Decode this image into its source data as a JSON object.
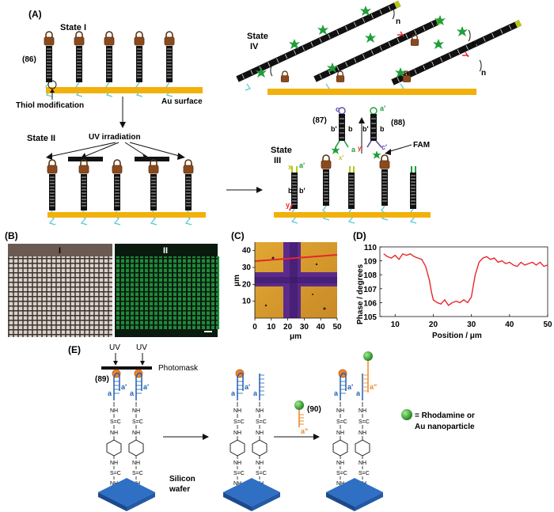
{
  "panelA": {
    "label": "(A)",
    "state1": "State I",
    "state2": "State II",
    "state3_l1": "State",
    "state3_l2": "III",
    "state4_l1": "State",
    "state4_l2": "IV",
    "n_label": "(86)",
    "thiol": "Thiol modification",
    "au_surface": "Au surface",
    "uv_irradiation": "UV irradiation",
    "label87": "(87)",
    "label88": "(88)",
    "fam": "FAM",
    "n": "n",
    "b": "b",
    "bp": "b'",
    "a": "a",
    "ap": "a'",
    "c": "c",
    "cp": "c'",
    "x": "x",
    "xp": "x'",
    "y": "y",
    "yp": "y'"
  },
  "panelB": {
    "label": "(B)",
    "img1": "I",
    "img2": "II"
  },
  "panelC": {
    "label": "(C)",
    "ylabel": "μm",
    "xlabel": "μm",
    "xticks": [
      "0",
      "10",
      "20",
      "30",
      "40",
      "50"
    ],
    "yticks": [
      "10",
      "20",
      "30",
      "40"
    ]
  },
  "panelD": {
    "label": "(D)",
    "ylabel": "Phase / degrees",
    "xlabel": "Position / μm",
    "xticks": [
      "10",
      "20",
      "30",
      "40",
      "50"
    ],
    "yticks": [
      "105",
      "106",
      "107",
      "108",
      "109",
      "110"
    ],
    "line_color": "#e8262c"
  },
  "chart_data": {
    "type": "line",
    "title": "",
    "xlabel": "Position / μm",
    "ylabel": "Phase / degrees",
    "xlim": [
      6,
      50
    ],
    "ylim": [
      105,
      110
    ],
    "series": [
      {
        "x": [
          7,
          8,
          9,
          10,
          11,
          12,
          13,
          14,
          15,
          16,
          17,
          18,
          19,
          19.5,
          20,
          21,
          22,
          23,
          24,
          25,
          26,
          27,
          28,
          29,
          30,
          30.5,
          31,
          32,
          33,
          34,
          35,
          36,
          37,
          38,
          39,
          40,
          41,
          42,
          43,
          44,
          45,
          46,
          47,
          48,
          49,
          50
        ],
        "y": [
          109.5,
          109.3,
          109.2,
          109.4,
          109.1,
          109.5,
          109.4,
          109.5,
          109.3,
          109.2,
          109.1,
          108.6,
          107.6,
          106.8,
          106.2,
          106.0,
          105.9,
          106.2,
          105.8,
          106.0,
          106.1,
          106.0,
          106.2,
          106.0,
          106.4,
          107.2,
          108.0,
          108.9,
          109.2,
          109.3,
          109.1,
          109.2,
          108.9,
          109.0,
          108.8,
          108.9,
          108.7,
          108.6,
          108.9,
          108.7,
          108.8,
          108.9,
          108.7,
          108.9,
          108.6,
          108.7
        ]
      }
    ]
  },
  "panelE": {
    "label": "(E)",
    "uv1": "UV",
    "uv2": "UV",
    "photomask": "Photomask",
    "label89": "(89)",
    "label90": "(90)",
    "silicon_l1": "Silicon",
    "silicon_l2": "wafer",
    "legend_l1": "= Rhodamine or",
    "legend_l2": "Au nanoparticle",
    "a": "a",
    "ap": "a'",
    "app": "a\"",
    "nh": "NH",
    "sc": "S=C"
  },
  "colors": {
    "gold": "#f2b10a",
    "linker": "#5bc8d8",
    "brown": "#8b4a1e",
    "green": "#1f9e3a",
    "blue": "#1f5fb4",
    "orange": "#ee8a2a",
    "red": "#e8262c"
  }
}
